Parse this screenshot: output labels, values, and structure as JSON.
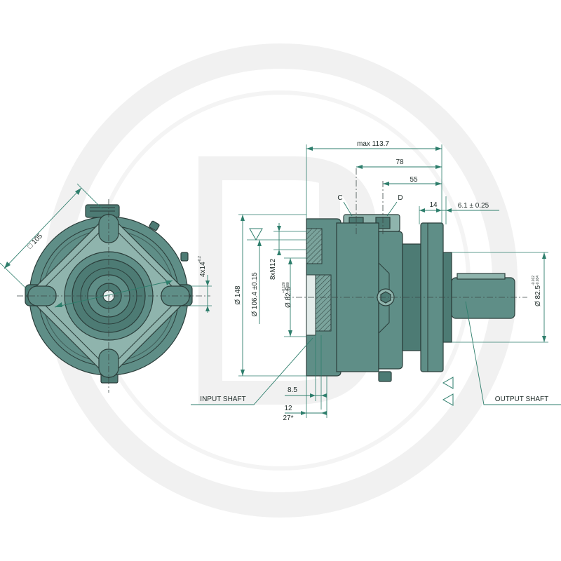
{
  "colors": {
    "body": "#5f8e87",
    "body_dark": "#4d7b74",
    "body_light": "#8fb4ad",
    "dimension_line": "#2e7e6c",
    "watermark": "#f1f1f1"
  },
  "icons": {
    "flatness_symbol": "triangle-down-icon",
    "surface_symbol": "triangle-left-icon"
  },
  "front_view": {
    "square_dim": "□ 105",
    "slot_dim": "4x14",
    "slot_tol": "+0.2"
  },
  "side_view": {
    "max_length": "max 113.7",
    "dim_78": "78",
    "dim_55": "55",
    "port_c": "C",
    "port_d": "D",
    "dim_14": "14",
    "dim_6_1": "6.1 ± 0.25",
    "dia_148": "Ø 148",
    "dia_106": "Ø 106.4 ±0.15",
    "thread": "8xM12",
    "dia_82_in": "Ø 82.5",
    "dia_82_in_tol_upper": "+0.120",
    "dia_82_in_tol_lower": "+0.080",
    "dia_82_out": "Ø 82.5",
    "dia_82_out_tol_upper": "-0.012",
    "dia_82_out_tol_lower": "-0.034",
    "dim_8_5": "8.5",
    "dim_12": "12",
    "dim_27": "27*",
    "input_shaft_label": "INPUT SHAFT",
    "output_shaft_label": "OUTPUT SHAFT"
  }
}
